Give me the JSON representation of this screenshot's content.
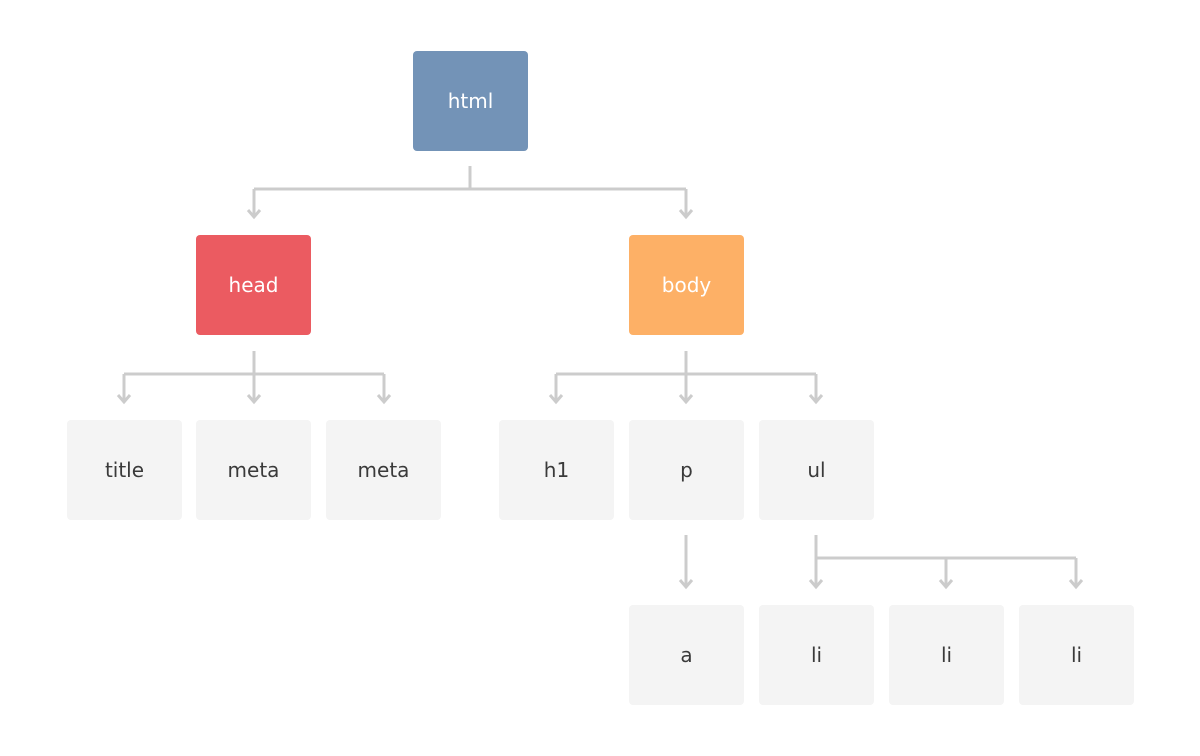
{
  "nodes": {
    "html": "html",
    "head": "head",
    "body": "body",
    "title": "title",
    "meta1": "meta",
    "meta2": "meta",
    "h1": "h1",
    "p": "p",
    "ul": "ul",
    "a": "a",
    "li1": "li",
    "li2": "li",
    "li3": "li"
  },
  "colors": {
    "html": "#7393b7",
    "head": "#eb5b61",
    "body": "#fdb066",
    "leaf": "#f4f4f4",
    "connector": "#cccccc"
  }
}
